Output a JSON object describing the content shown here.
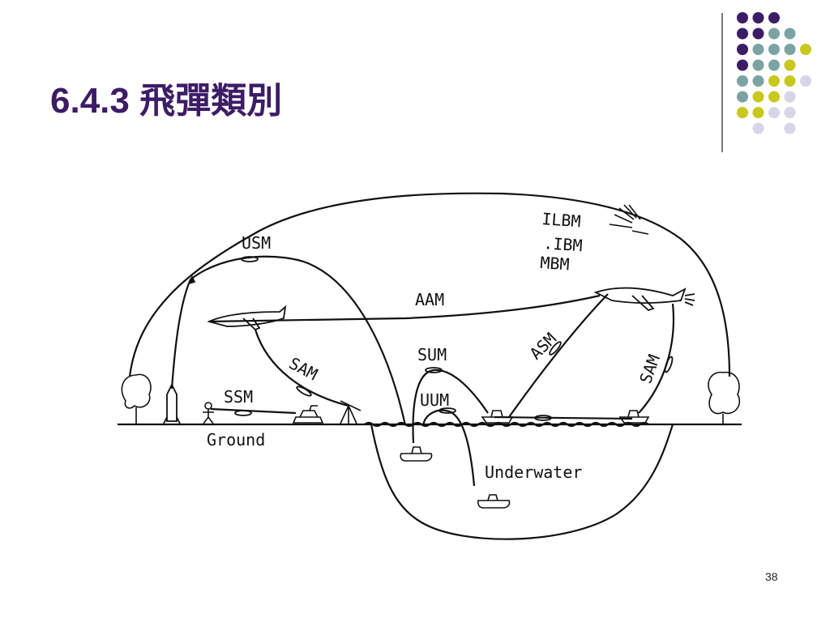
{
  "slide": {
    "title": "6.4.3 飛彈類別",
    "page_number": "38"
  },
  "colors": {
    "title": "#3d1c66",
    "dot_purple": "#3d1c66",
    "dot_teal": "#7ba3a3",
    "dot_yellow": "#c8c81e",
    "dot_lavender": "#d6d6e8"
  },
  "decoration": {
    "dot_grid": [
      [
        "purple",
        "purple",
        "purple",
        null,
        null
      ],
      [
        "purple",
        "purple",
        "teal",
        "teal",
        null
      ],
      [
        "purple",
        "teal",
        "teal",
        "teal",
        "yellow"
      ],
      [
        "purple",
        "teal",
        "teal",
        "yellow",
        null
      ],
      [
        "teal",
        "teal",
        "yellow",
        "yellow",
        "lavender"
      ],
      [
        "teal",
        "yellow",
        "yellow",
        "lavender",
        null
      ],
      [
        "yellow",
        "yellow",
        "lavender",
        "lavender",
        null
      ],
      [
        null,
        "lavender",
        null,
        "lavender",
        null
      ]
    ]
  },
  "diagram": {
    "labels": {
      "usm": "USM",
      "ilbm": "ILBM",
      "ibm": ".IBM",
      "mbm": "MBM",
      "aam": "AAM",
      "sam_left": "SAM",
      "sum": "SUM",
      "asm": "ASM",
      "sam_right": "SAM",
      "ssm": "SSM",
      "uum": "UUM",
      "ground": "Ground",
      "underwater": "Underwater"
    },
    "icons": [
      "missile-launch-icon",
      "tree-icon",
      "soldier-icon",
      "tank-icon",
      "launcher-icon",
      "aircraft-icon",
      "ship-icon",
      "submarine-icon",
      "explosion-icon"
    ]
  }
}
